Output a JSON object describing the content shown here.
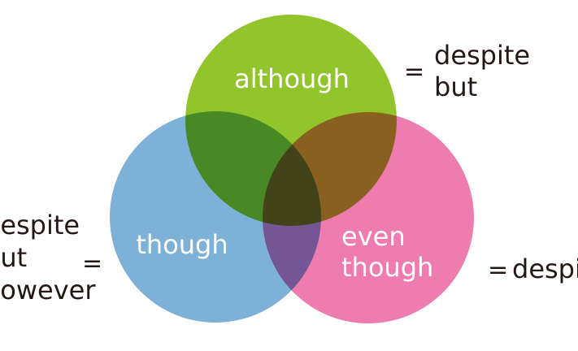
{
  "colors": {
    "although": "#8bc11f",
    "though": "#6ba6d3",
    "even_though": "#ec6aa4",
    "text_dark": "#231815",
    "label_white": "#ffffff"
  },
  "circles": {
    "although": {
      "lines": [
        "although"
      ]
    },
    "though": {
      "lines": [
        "though"
      ]
    },
    "even_though": {
      "lines": [
        "even",
        "though"
      ]
    }
  },
  "equivalents": {
    "although": {
      "equals": "=",
      "lines": [
        "despite",
        "but"
      ]
    },
    "though": {
      "equals": "=",
      "lines": [
        "despite",
        "but",
        "however"
      ]
    },
    "even_though": {
      "equals": "=",
      "lines": [
        "despite"
      ]
    }
  }
}
